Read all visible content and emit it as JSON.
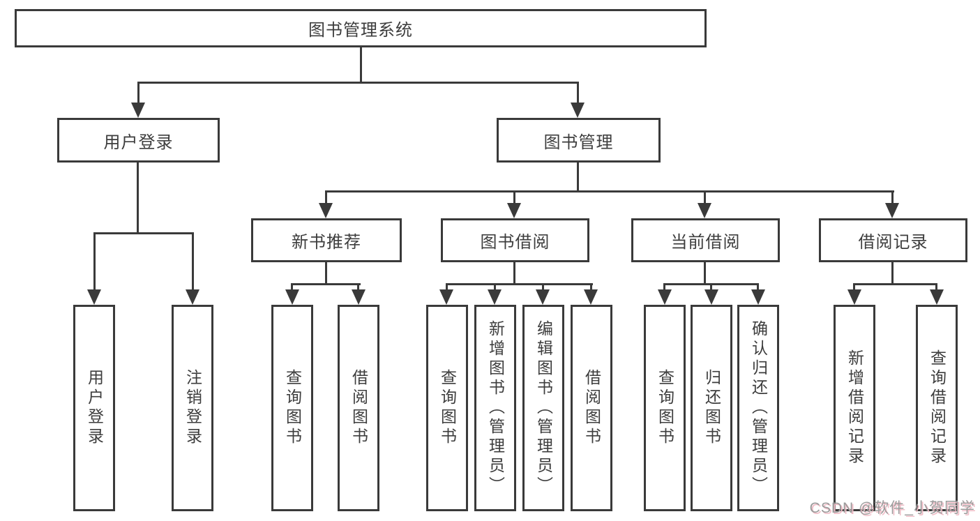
{
  "diagram": {
    "root": {
      "label": "图书管理系统"
    },
    "branches": [
      {
        "label": "用户登录",
        "children": [
          {
            "label": "用户登录"
          },
          {
            "label": "注销登录"
          }
        ]
      },
      {
        "label": "图书管理",
        "children": [
          {
            "label": "新书推荐",
            "children": [
              {
                "label": "查询图书"
              },
              {
                "label": "借阅图书"
              }
            ]
          },
          {
            "label": "图书借阅",
            "children": [
              {
                "label": "查询图书"
              },
              {
                "label": "新增图书（管理员）"
              },
              {
                "label": "编辑图书（管理员）"
              },
              {
                "label": "借阅图书"
              }
            ]
          },
          {
            "label": "当前借阅",
            "children": [
              {
                "label": "查询图书"
              },
              {
                "label": "归还图书"
              },
              {
                "label": "确认归还（管理员）"
              }
            ]
          },
          {
            "label": "借阅记录",
            "children": [
              {
                "label": "新增借阅记录"
              },
              {
                "label": "查询借阅记录"
              }
            ]
          }
        ]
      }
    ],
    "watermark": "CSDN @软件_小贺同学",
    "colors": {
      "line": "#3a3a3a",
      "text": "#3d3d3d",
      "background": "#ffffff",
      "watermark_text": "#9b9b9b",
      "watermark_shadow": "#f0bcc6"
    }
  }
}
